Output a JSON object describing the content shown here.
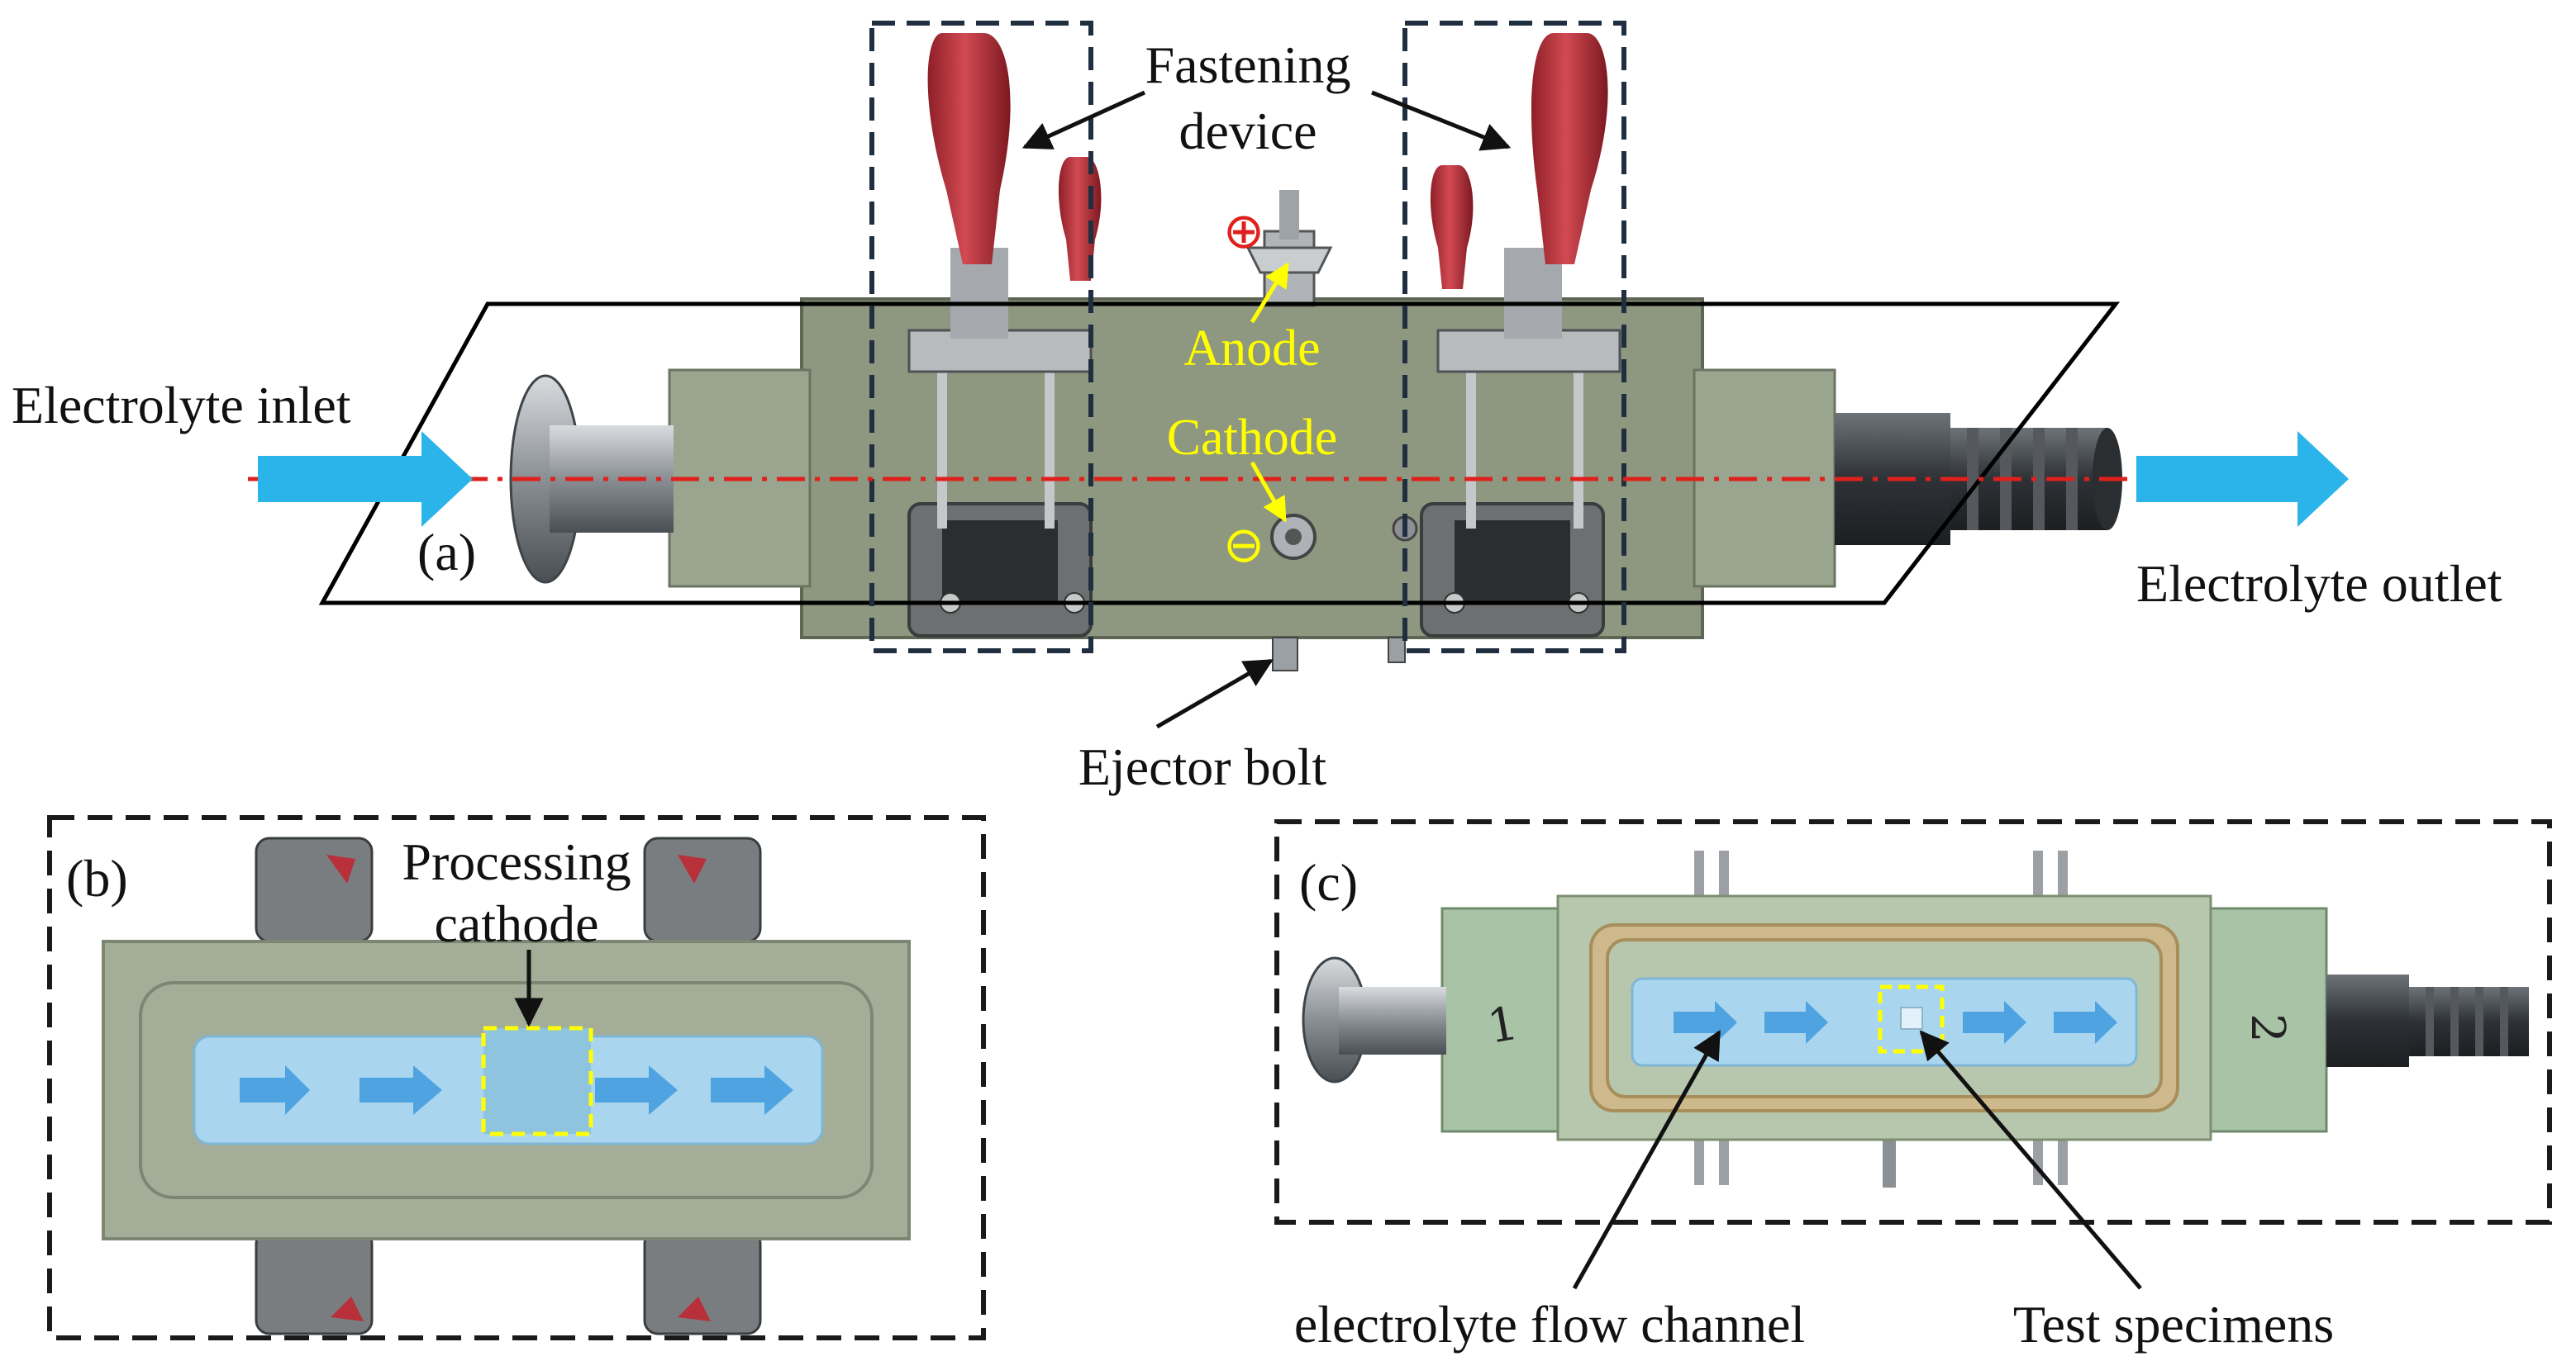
{
  "labels": {
    "fastening_line1": "Fastening",
    "fastening_line2": "device",
    "electrolyte_inlet": "Electrolyte inlet",
    "electrolyte_outlet": "Electrolyte outlet",
    "panel_a": "(a)",
    "anode": "Anode",
    "cathode": "Cathode",
    "ejector_bolt": "Ejector bolt",
    "panel_b": "(b)",
    "processing_line1": "Processing",
    "processing_line2": "cathode",
    "panel_c": "(c)",
    "flow_channel": "electrolyte flow channel",
    "test_specimens": "Test specimens",
    "plus_symbol": "⊕",
    "minus_symbol": "⊖",
    "port_1": "1",
    "port_2": "2"
  },
  "colors": {
    "flow_arrow": "#2ab4ea",
    "center_line": "#e0201c",
    "annotation_yellow": "#ffff00",
    "panel_border": "#1a1a1a",
    "fixture_body": "#8e977f",
    "handle_red": "#b8303a",
    "channel_blue": "#a9d6ee"
  }
}
